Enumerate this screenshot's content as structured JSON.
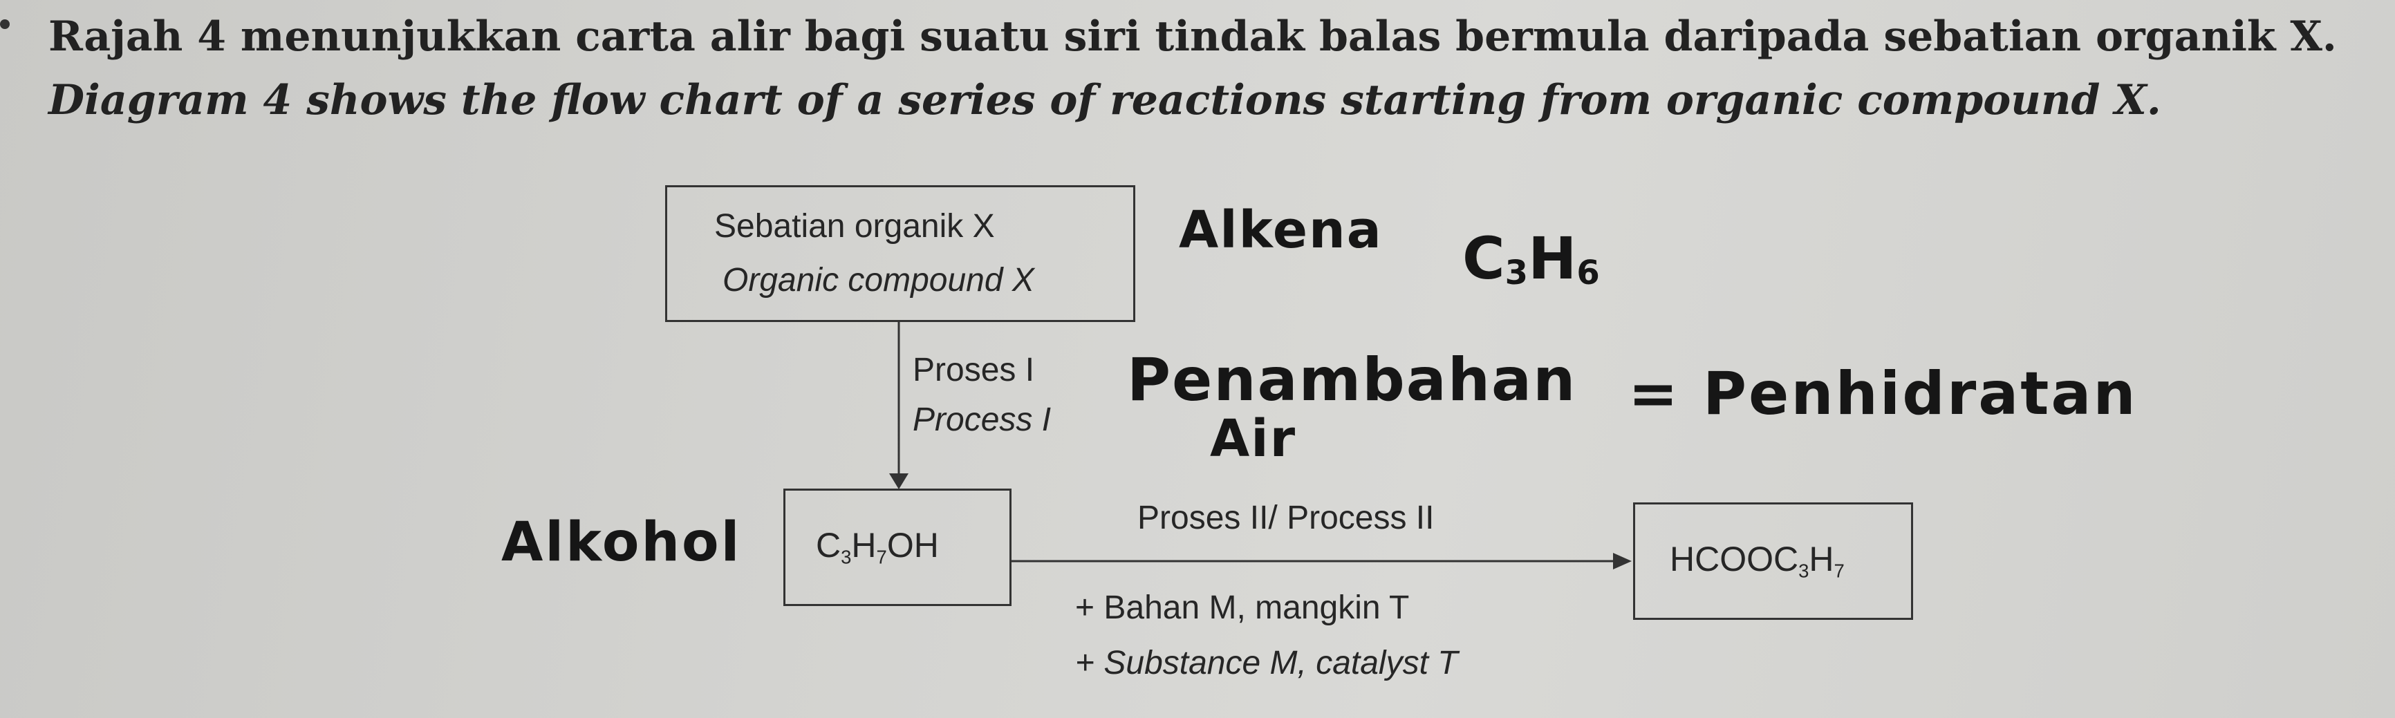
{
  "question": {
    "malay": "Rajah 4 menunjukkan carta alir bagi suatu siri tindak balas bermula daripada sebatian organik X.",
    "english": "Diagram 4 shows the flow chart of a series of reactions starting from organic compound X."
  },
  "flowchart": {
    "start_box": {
      "malay": "Sebatian organik X",
      "english": "Organic compound X"
    },
    "process_1": {
      "malay": "Proses I",
      "english": "Process I"
    },
    "alcohol_box": {
      "formula_parts": [
        "C",
        "3",
        "H",
        "7",
        "OH"
      ]
    },
    "process_2": {
      "top": "Proses II/ Process II",
      "bottom_malay": "+ Bahan M, mangkin T",
      "bottom_english": "+ Substance M, catalyst T"
    },
    "ester_box": {
      "formula_parts": [
        "HCOOC",
        "3",
        "H",
        "7"
      ]
    }
  },
  "handwritten": {
    "alkena": "Alkena",
    "formula_c": "C",
    "formula_c_sub": "3",
    "formula_h": "H",
    "formula_h_sub": "6",
    "penambahan": "Penambahan",
    "equals_penhidratan": "= Penhidratan",
    "air": "Air",
    "alkohol": "Alkohol"
  }
}
